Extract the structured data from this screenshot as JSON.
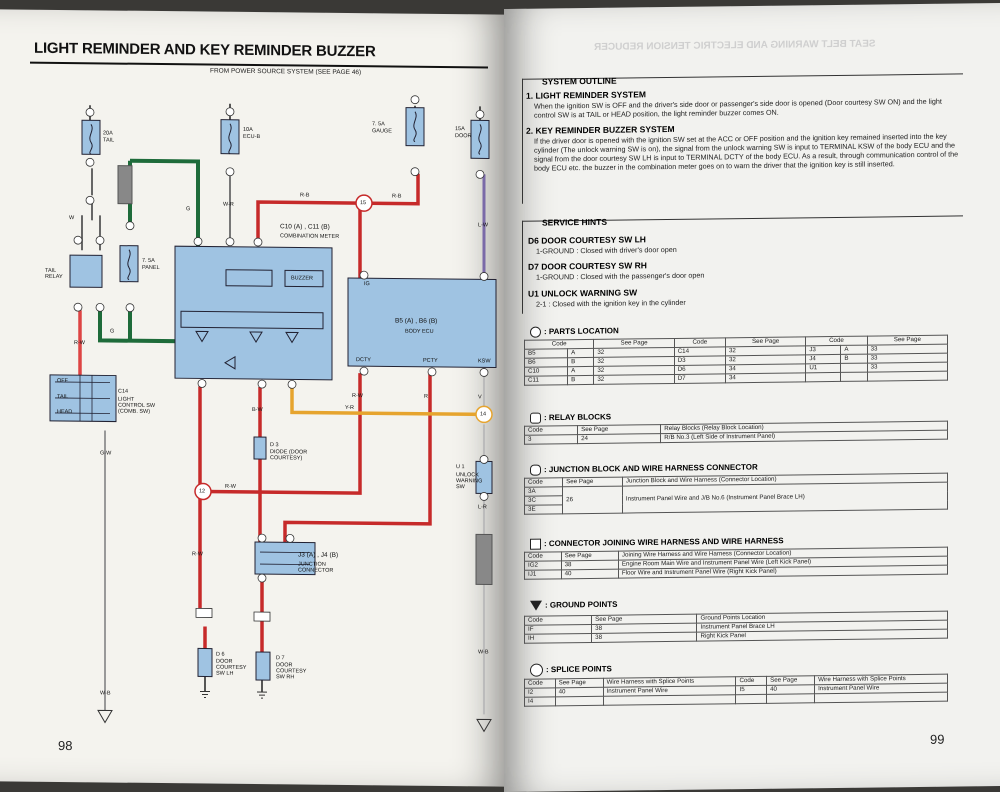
{
  "left": {
    "title": "LIGHT REMINDER AND KEY REMINDER BUZZER",
    "subtitle": "FROM POWER SOURCE SYSTEM (SEE PAGE 46)",
    "page_number": "98",
    "fuses": [
      {
        "amp": "20A",
        "name": "TAIL"
      },
      {
        "amp": "10A",
        "name": "ECU-B"
      },
      {
        "amp": "7. 5A",
        "name": "GAUGE"
      },
      {
        "amp": "15A",
        "name": "DOOR"
      },
      {
        "amp": "7. 5A",
        "name": "PANEL"
      }
    ],
    "tail_relay": "TAIL RELAY",
    "meter_label_1": "C10",
    "meter_label_1b": "A",
    "meter_label_2": "C11",
    "meter_label_2b": "B",
    "meter_name": "COMBINATION METER",
    "buzzer": "BUZZER",
    "ecu_label": "B5",
    "ecu_label_a": "A",
    "ecu_label_2": "B6",
    "ecu_label_b": "B",
    "ecu_name": "BODY ECU",
    "ecu_ig": "IG",
    "ecu_dcty": "DCTY",
    "ecu_pcty": "PCTY",
    "ecu_ksw": "KSW",
    "light_switch": {
      "positions": [
        "OFF",
        "TAIL",
        "HEAD"
      ],
      "code": "C14",
      "name": "LIGHT CONTROL SW (COMB. SW)"
    },
    "diode": {
      "code": "D 3",
      "name": "DIODE (DOOR COURTESY)"
    },
    "junction": {
      "code": "J3",
      "code_a": "A",
      "code2": "J4",
      "code_b": "B",
      "name": "JUNCTION CONNECTOR"
    },
    "unlock_sw": {
      "code": "U 1",
      "name": "UNLOCK WARNING SW"
    },
    "door_lh": {
      "code": "D 6",
      "name": "DOOR COURTESY SW LH"
    },
    "door_rh": {
      "code": "D 7",
      "name": "DOOR COURTESY SW RH"
    },
    "splice_15": "15",
    "splice_12": "12",
    "splice_14": "14",
    "wire_rb": "R-B",
    "wire_rw": "R-W",
    "wire_yr": "Y-R",
    "wire_g": "G",
    "wire_w": "W",
    "wire_wr": "W-R",
    "wire_wb": "W-B",
    "wire_r": "R",
    "wire_bw": "B-W",
    "wire_lw": "L-W",
    "wire_lr": "L-R",
    "wire_gw": "G-W",
    "wire_v": "V"
  },
  "right": {
    "mirrored_header": "SEAT BELT WARNING AND ELECTRIC TENSION REDUCER",
    "page_number": "99",
    "outline_title": "SYSTEM OUTLINE",
    "outline_1_title": "1. LIGHT REMINDER SYSTEM",
    "outline_1_text": "When the ignition SW is OFF and the driver's side door or passenger's side door is opened (Door courtesy SW ON) and the light control SW is at TAIL or HEAD position, the light reminder buzzer comes ON.",
    "outline_2_title": "2. KEY REMINDER BUZZER SYSTEM",
    "outline_2_text": "If the driver door is opened with the ignition SW set at the ACC or OFF position and the ignition key remained inserted into the key cylinder (The unlock warning SW is on), the signal from the unlock warning SW is input to TERMINAL KSW of the body ECU and the signal from the door courtesy SW LH is input to TERMINAL DCTY of the body ECU. As a result, through communication control of the body ECU etc. the buzzer in the combination meter goes on to warn the driver that the ignition key is still inserted.",
    "hints_title": "SERVICE HINTS",
    "hints": [
      {
        "code": "D6",
        "title": "DOOR COURTESY SW LH",
        "detail": "1-GROUND : Closed with driver's door open"
      },
      {
        "code": "D7",
        "title": "DOOR COURTESY SW RH",
        "detail": "1-GROUND : Closed with the passenger's door open"
      },
      {
        "code": "U1",
        "title": "UNLOCK WARNING SW",
        "detail": "2-1 : Closed with the ignition key in the cylinder"
      }
    ],
    "parts_title": ": PARTS LOCATION",
    "parts_header": [
      "Code",
      "See Page",
      "Code",
      "See Page",
      "Code",
      "See Page"
    ],
    "parts_rows": [
      [
        "B5",
        "A",
        "32",
        "C14",
        "32",
        "J3",
        "A",
        "33"
      ],
      [
        "B6",
        "B",
        "32",
        "D3",
        "32",
        "J4",
        "B",
        "33"
      ],
      [
        "C10",
        "A",
        "32",
        "D6",
        "34",
        "U1",
        "",
        "33"
      ],
      [
        "C11",
        "B",
        "32",
        "D7",
        "34",
        "",
        "",
        ""
      ]
    ],
    "relay_title": ": RELAY BLOCKS",
    "relay_header": [
      "Code",
      "See Page",
      "Relay Blocks (Relay Block Location)"
    ],
    "relay_rows": [
      [
        "3",
        "24",
        "R/B No.3 (Left Side of Instrument Panel)"
      ]
    ],
    "junction_title": ": JUNCTION BLOCK AND WIRE HARNESS CONNECTOR",
    "junction_header": [
      "Code",
      "See Page",
      "Junction Block and Wire Harness (Connector Location)"
    ],
    "junction_codes": [
      "3A",
      "3C",
      "3E"
    ],
    "junction_page": "26",
    "junction_desc": "Instrument Panel Wire and J/B No.6 (Instrument Panel Brace LH)",
    "connector_title": ": CONNECTOR JOINING WIRE HARNESS AND WIRE HARNESS",
    "connector_header": [
      "Code",
      "See Page",
      "Joining Wire Harness and Wire Harness (Connector Location)"
    ],
    "connector_rows": [
      [
        "IG2",
        "38",
        "Engine Room Main Wire and Instrument Panel Wire (Left Kick Panel)"
      ],
      [
        "IJ1",
        "40",
        "Floor Wire and Instrument Panel Wire (Right Kick Panel)"
      ]
    ],
    "ground_title": ": GROUND POINTS",
    "ground_header": [
      "Code",
      "See Page",
      "Ground Points Location"
    ],
    "ground_rows": [
      [
        "IF",
        "38",
        "Instrument Panel Brace LH"
      ],
      [
        "IH",
        "38",
        "Right Kick Panel"
      ]
    ],
    "splice_title": ": SPLICE POINTS",
    "splice_header": [
      "Code",
      "See Page",
      "Wire Harness with Splice Points",
      "Code",
      "See Page",
      "Wire Harness with Splice Points"
    ],
    "splice_rows": [
      [
        "I2",
        "40",
        "Instrument Panel Wire",
        "I5",
        "40",
        "Instrument Panel Wire"
      ],
      [
        "I4",
        "",
        "",
        "",
        "",
        ""
      ]
    ]
  }
}
